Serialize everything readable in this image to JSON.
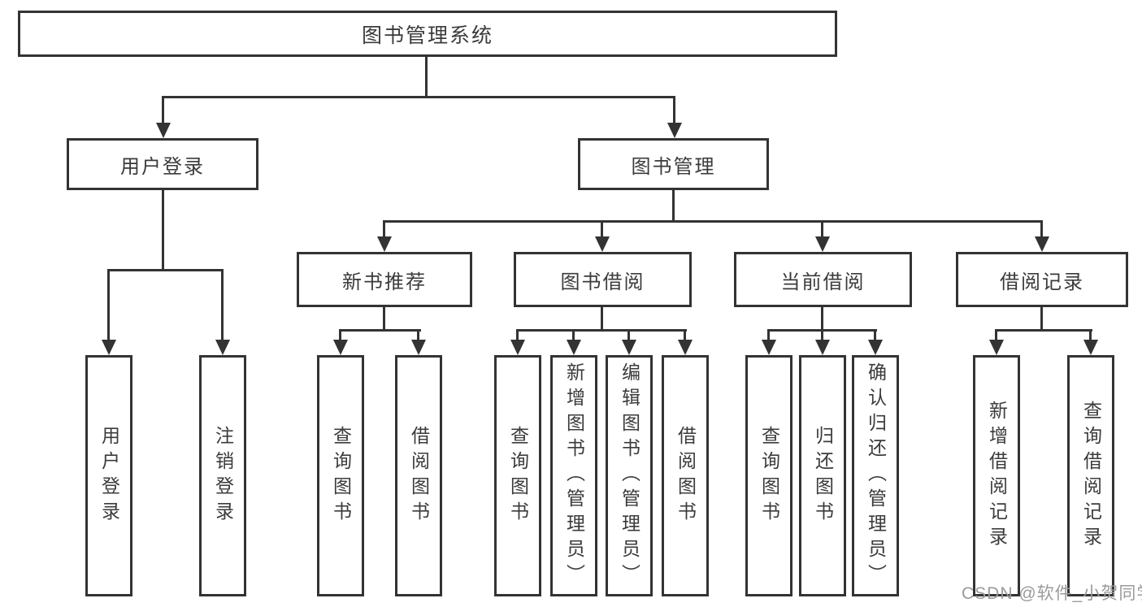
{
  "watermark": "CSDN @软件_小贺同学",
  "colors": {
    "line": "#333333",
    "text": "#3b3b3b",
    "watermark": "#9a9a9a",
    "background": "#ffffff"
  },
  "tree": {
    "root": "图书管理系统",
    "branches": [
      {
        "label": "用户登录",
        "children": [
          "用户登录",
          "注销登录"
        ]
      },
      {
        "label": "图书管理",
        "children": [
          {
            "label": "新书推荐",
            "children": [
              "查询图书",
              "借阅图书"
            ]
          },
          {
            "label": "图书借阅",
            "children": [
              "查询图书",
              "新增图书（管理员）",
              "编辑图书（管理员）",
              "借阅图书"
            ]
          },
          {
            "label": "当前借阅",
            "children": [
              "查询图书",
              "归还图书",
              "确认归还（管理员）"
            ]
          },
          {
            "label": "借阅记录",
            "children": [
              "新增借阅记录",
              "查询借阅记录"
            ]
          }
        ]
      }
    ]
  }
}
